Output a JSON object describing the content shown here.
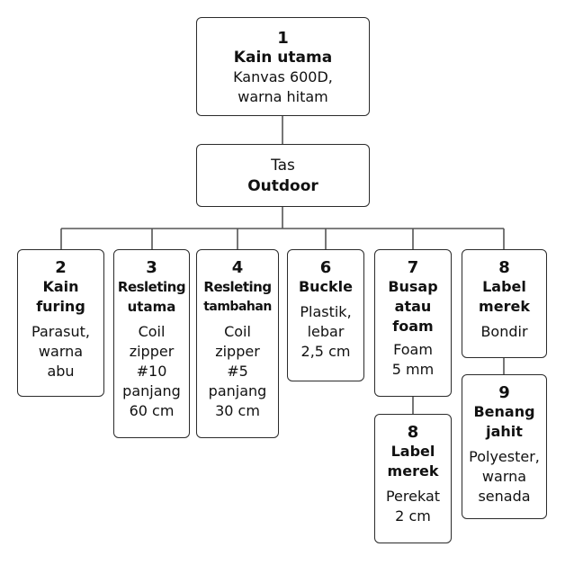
{
  "center": {
    "line1": "Tas",
    "line2": "Outdoor"
  },
  "top": {
    "number": "1",
    "title": "Kain utama",
    "desc1": "Kanvas 600D,",
    "desc2": "warna hitam"
  },
  "components": [
    {
      "number": "2",
      "title1": "Kain",
      "title2": "furing",
      "desc": [
        "Parasut,",
        "warna",
        "abu"
      ]
    },
    {
      "number": "3",
      "title1": "Resleting",
      "title2": "utama",
      "desc": [
        "Coil",
        "zipper",
        "#10",
        "panjang",
        "60 cm"
      ]
    },
    {
      "number": "4",
      "title1": "Resleting",
      "title2": "tambahan",
      "desc": [
        "Coil",
        "zipper",
        "#5",
        "panjang",
        "30 cm"
      ]
    },
    {
      "number": "6",
      "title1": "Buckle",
      "desc": [
        "Plastik,",
        "lebar",
        "2,5 cm"
      ]
    },
    {
      "number": "7",
      "title1": "Busap",
      "title2": "atau",
      "title3": "foam",
      "desc": [
        "Foam",
        "5 mm"
      ]
    },
    {
      "number": "8",
      "title1": "Label",
      "title2": "merek",
      "desc": [
        "Bondir"
      ]
    }
  ],
  "sub_components": [
    {
      "number": "8",
      "title1": "Label",
      "title2": "merek",
      "desc": [
        "Perekat",
        "2 cm"
      ]
    },
    {
      "number": "9",
      "title1": "Benang",
      "title2": "jahit",
      "desc": [
        "Polyester,",
        "warna",
        "senada"
      ]
    }
  ]
}
